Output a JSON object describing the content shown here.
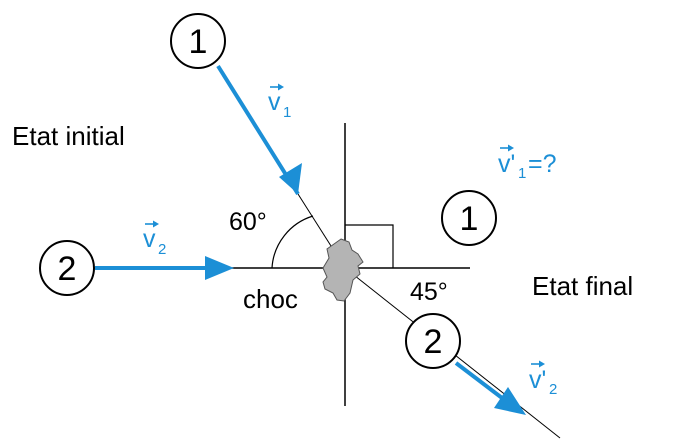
{
  "labels": {
    "initial_state": "Etat initial",
    "final_state": "Etat final",
    "collision": "choc",
    "angle_initial": "60°",
    "angle_final": "45°"
  },
  "balls": {
    "ball1_initial": "1",
    "ball2_initial": "2",
    "ball1_final": "1",
    "ball2_final": "2"
  },
  "vectors": {
    "v1": {
      "letter": "v",
      "subscript": "1",
      "suffix": ""
    },
    "v2": {
      "letter": "v",
      "subscript": "2",
      "suffix": ""
    },
    "v1_prime": {
      "letter": "v'",
      "subscript": "1",
      "suffix": "=?"
    },
    "v2_prime": {
      "letter": "v'",
      "subscript": "2",
      "suffix": ""
    }
  },
  "colors": {
    "arrow": "#1c8fd6",
    "line": "#000000",
    "blob": "#b4b4b4"
  },
  "icons": {
    "blob": "collision-blob-icon"
  }
}
